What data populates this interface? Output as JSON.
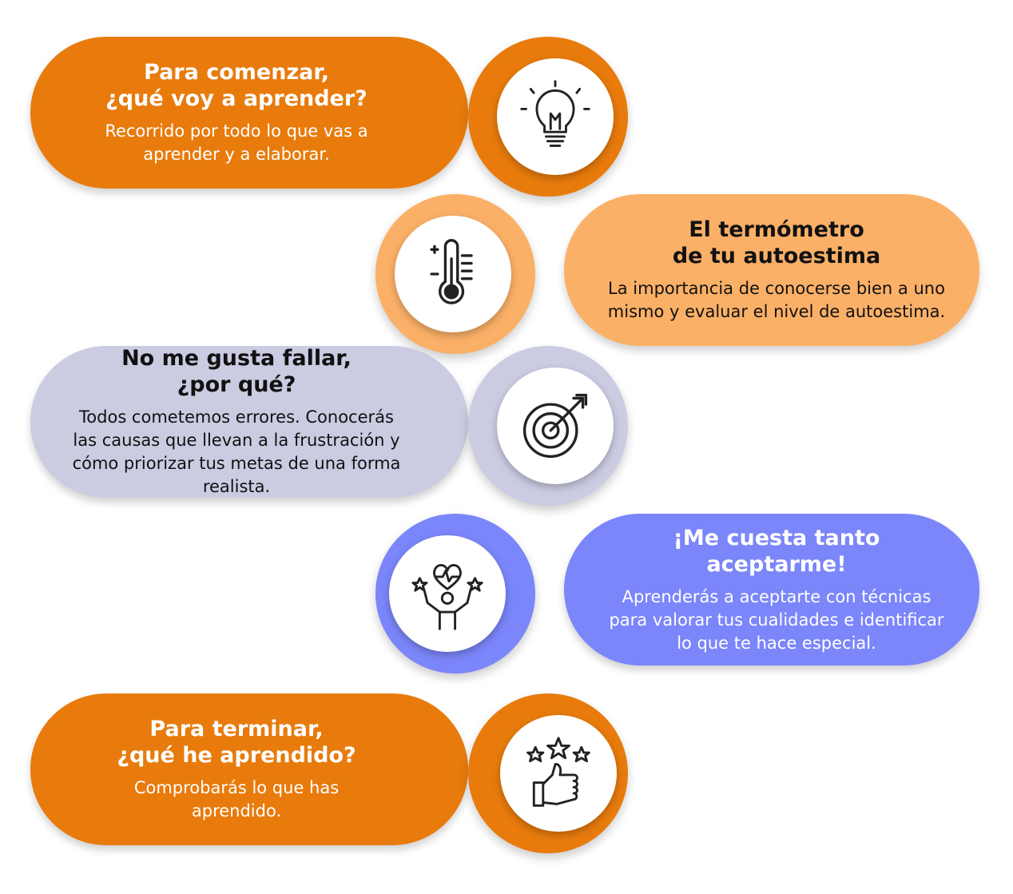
{
  "steps": [
    {
      "title_line1": "Para comenzar,",
      "title_line2": "¿qué voy a aprender?",
      "desc": "Recorrido por todo lo que vas a aprender y a elaborar.",
      "color": "#e87b0c",
      "icon": "lightbulb-icon"
    },
    {
      "title_line1": "El termómetro",
      "title_line2": "de tu autoestima",
      "desc": "La importancia de conocerse bien a uno mismo y evaluar el nivel de autoestima.",
      "color": "#fbb067",
      "icon": "thermometer-icon"
    },
    {
      "title_line1": "No me gusta fallar,",
      "title_line2": "¿por qué?",
      "desc": "Todos cometemos errores. Conocerás las causas que llevan a la frustración y cómo priorizar tus metas de una forma realista.",
      "color": "#cbcce2",
      "icon": "target-icon"
    },
    {
      "title_line1": "¡Me cuesta tanto",
      "title_line2": "aceptarme!",
      "desc": "Aprenderás a aceptarte con técnicas para valorar tus cualidades e identificar lo que te hace especial.",
      "color": "#7b86fa",
      "icon": "self-love-icon"
    },
    {
      "title_line1": "Para terminar,",
      "title_line2": "¿qué he aprendido?",
      "desc": "Comprobarás lo que has aprendido.",
      "color": "#e87b0c",
      "icon": "thumbs-up-stars-icon"
    }
  ]
}
